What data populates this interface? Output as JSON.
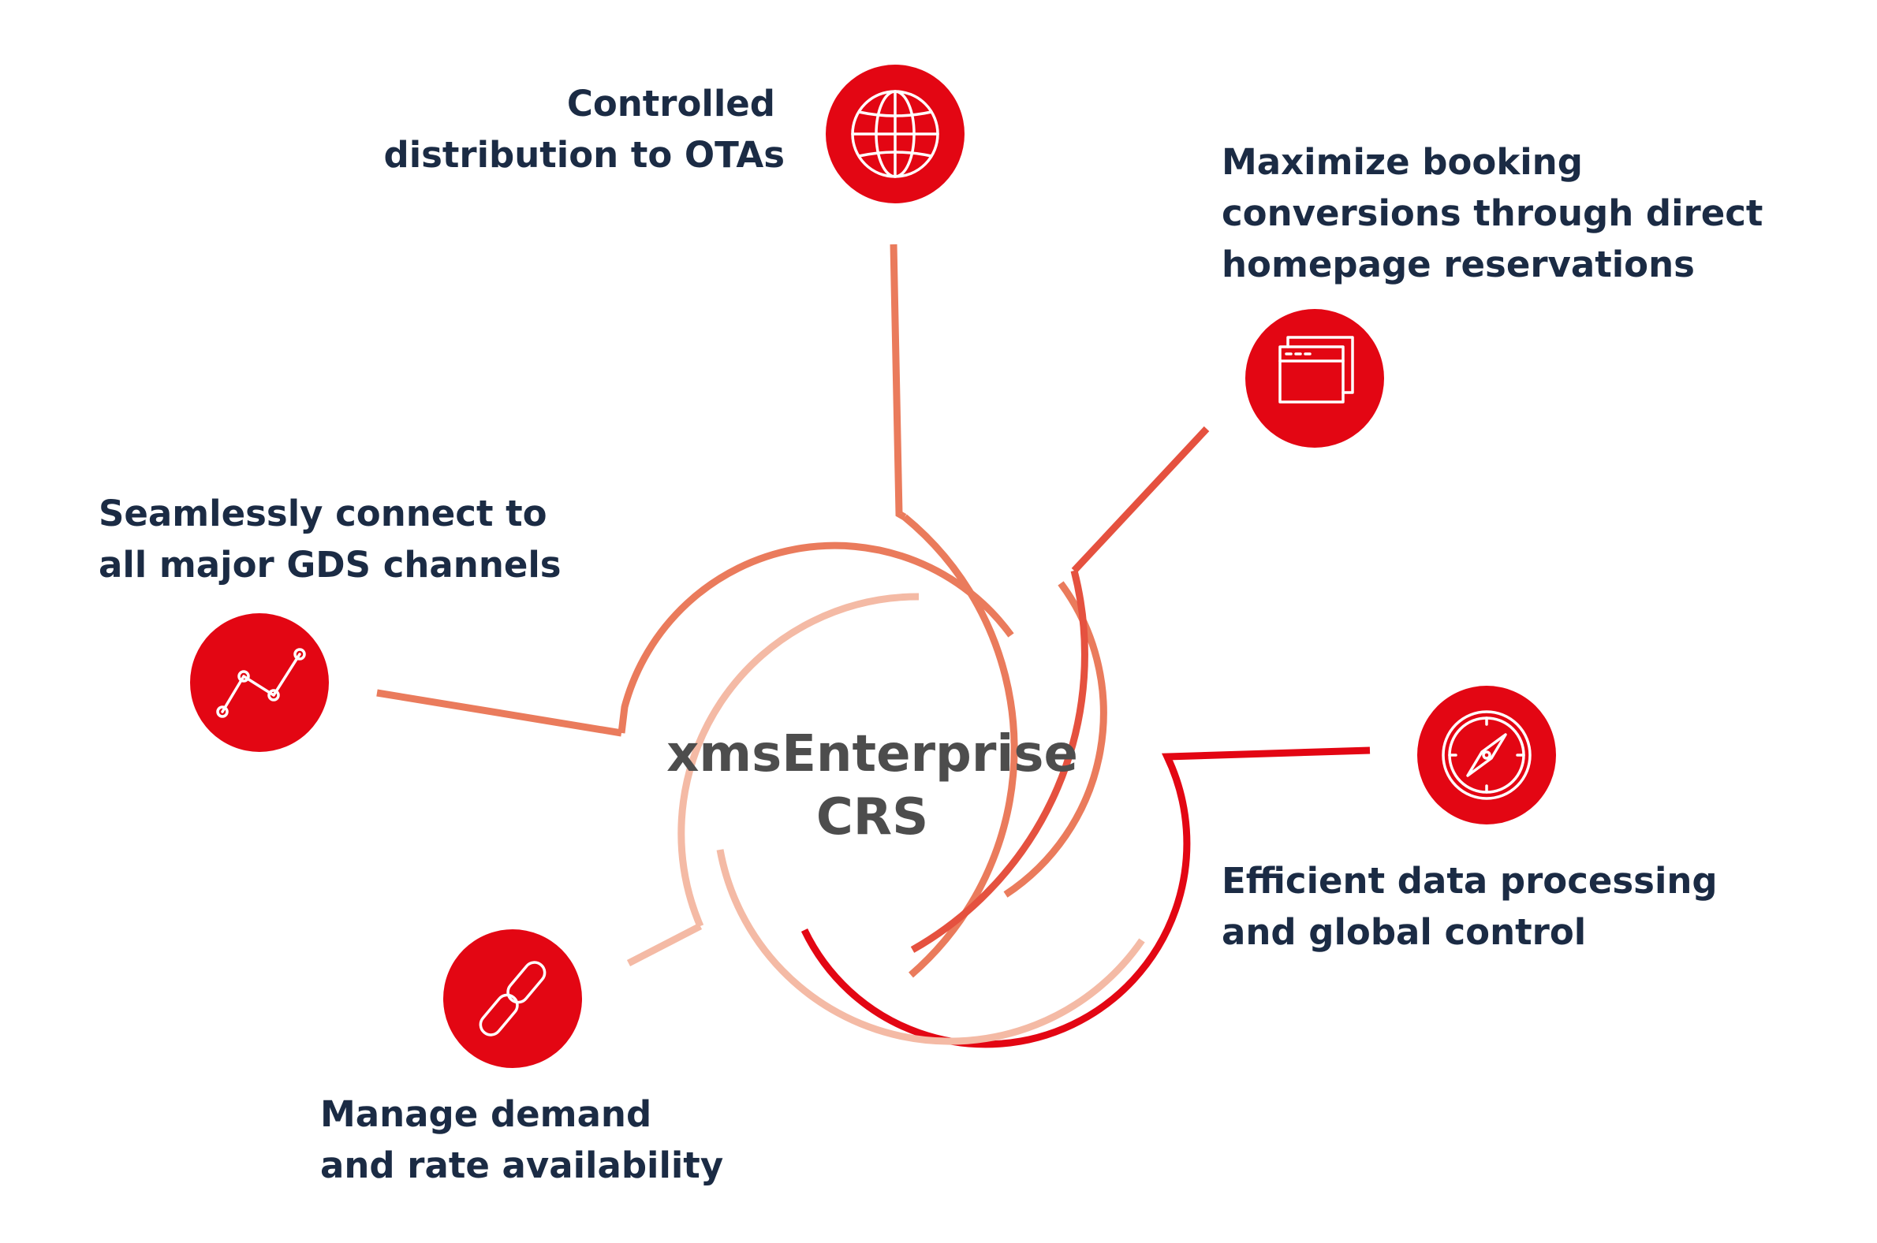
{
  "center": {
    "line1": "xmsEnterprise",
    "line2": "CRS"
  },
  "colors": {
    "brand_red": "#e30613",
    "text_dark": "#1b2b44",
    "center_text": "#4d4d4d",
    "arc_salmon": "#ea7b5c",
    "arc_orange_red": "#e5513f",
    "arc_light": "#f4baa5"
  },
  "features": [
    {
      "id": "otas",
      "icon": "globe-icon",
      "line1": "Controlled",
      "line2": "distribution to OTAs",
      "line3": ""
    },
    {
      "id": "booking",
      "icon": "browser-window-icon",
      "line1": "Maximize booking",
      "line2": "conversions through direct",
      "line3": "homepage reservations"
    },
    {
      "id": "gds",
      "icon": "line-chart-icon",
      "line1": "Seamlessly connect to",
      "line2": "all major GDS channels",
      "line3": ""
    },
    {
      "id": "data",
      "icon": "compass-icon",
      "line1": "Efficient data processing",
      "line2": "and global control",
      "line3": ""
    },
    {
      "id": "demand",
      "icon": "chain-link-icon",
      "line1": "Manage demand",
      "line2": "and rate availability",
      "line3": ""
    }
  ]
}
